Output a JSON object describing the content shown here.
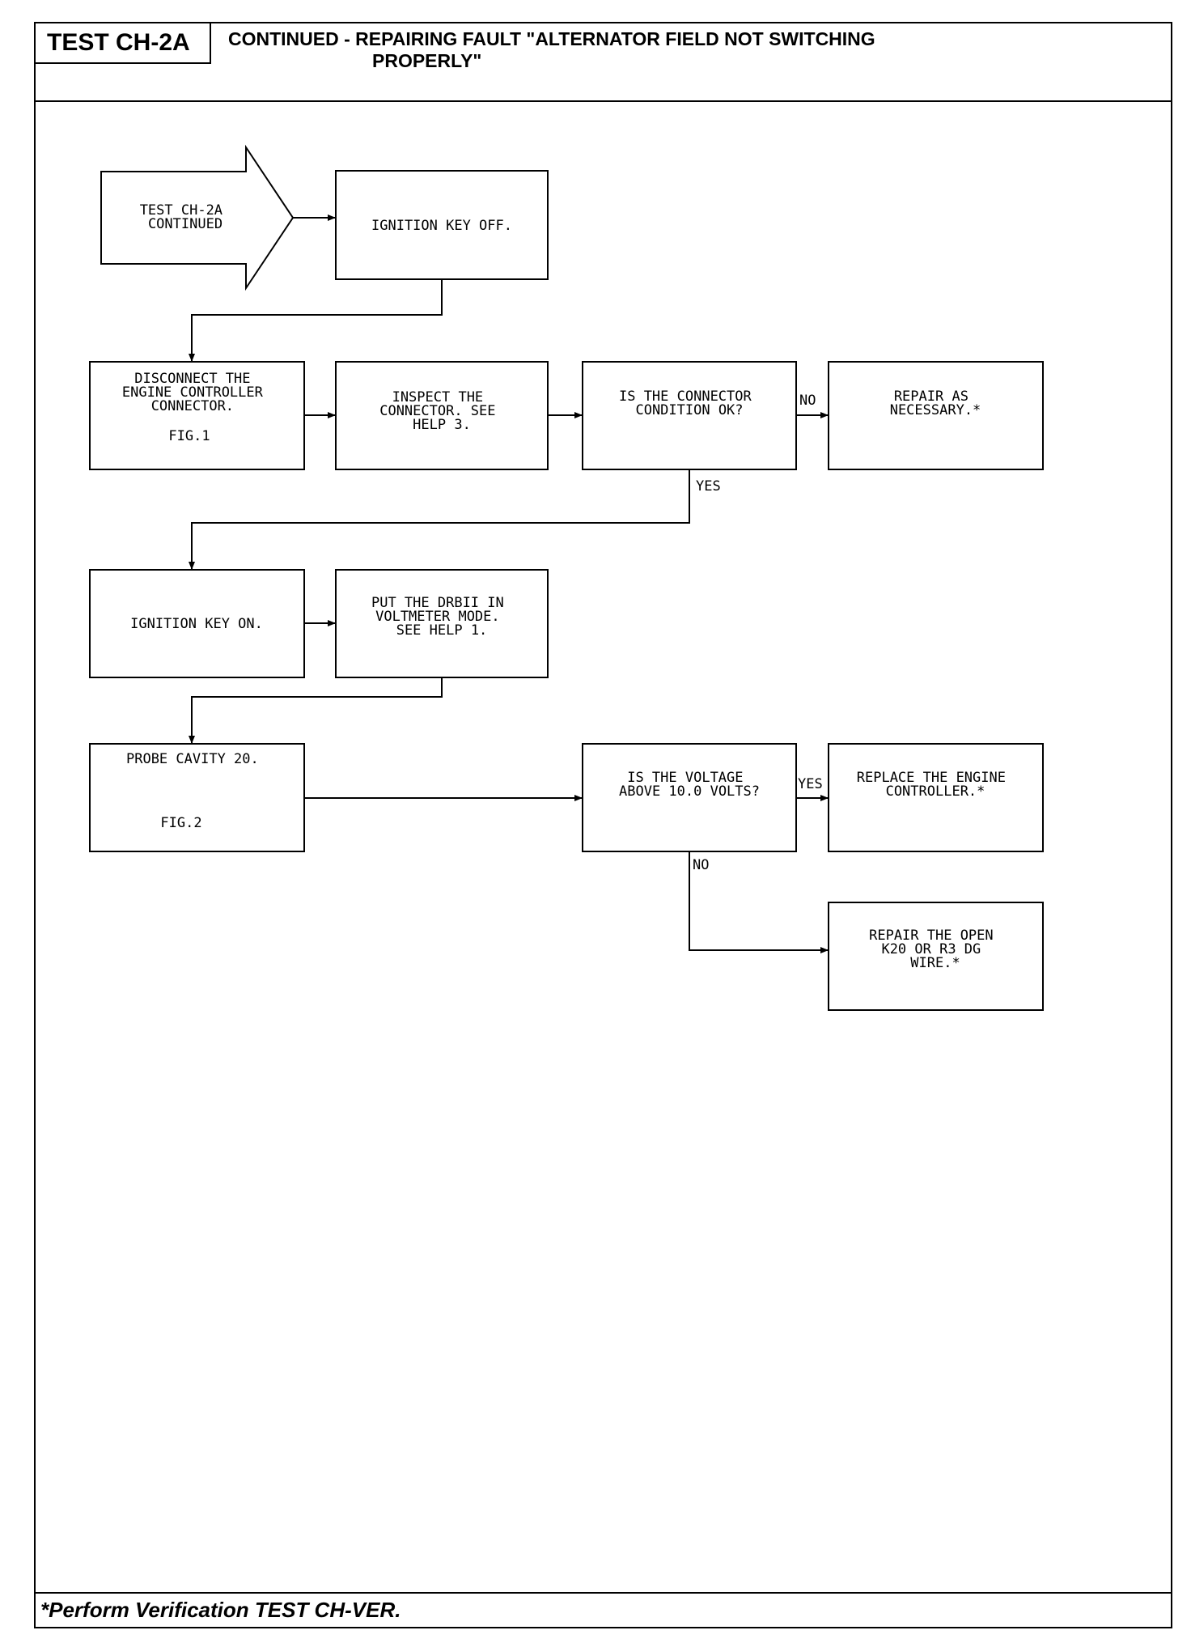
{
  "header": {
    "test_id": "TEST CH-2A",
    "title_line1": "CONTINUED - REPAIRING FAULT \"ALTERNATOR FIELD NOT SWITCHING",
    "title_line2": "PROPERLY\""
  },
  "footer": {
    "note": "*Perform Verification TEST CH-VER."
  },
  "flowchart": {
    "start": [
      "TEST CH-2A",
      "CONTINUED"
    ],
    "ignition_off": [
      "IGNITION KEY OFF."
    ],
    "disconnect": [
      "DISCONNECT THE",
      "ENGINE CONTROLLER",
      "CONNECTOR.",
      "FIG.1"
    ],
    "inspect": [
      "INSPECT THE",
      "CONNECTOR. SEE",
      "HELP 3."
    ],
    "connector_ok": [
      "IS THE CONNECTOR",
      "CONDITION OK?"
    ],
    "repair_necessary": [
      "REPAIR AS",
      "NECESSARY.*"
    ],
    "ignition_on": [
      "IGNITION KEY ON."
    ],
    "voltmeter": [
      "PUT THE DRBII IN",
      "VOLTMETER MODE.",
      "SEE HELP 1."
    ],
    "probe": [
      "PROBE CAVITY 20.",
      "FIG.2"
    ],
    "voltage_check": [
      "IS THE VOLTAGE",
      "ABOVE 10.0 VOLTS?"
    ],
    "replace_controller": [
      "REPLACE THE ENGINE",
      "CONTROLLER.*"
    ],
    "repair_open": [
      "REPAIR THE OPEN",
      "K20 OR R3 DG",
      "WIRE.*"
    ],
    "labels": {
      "no_1": "NO",
      "yes_1": "YES",
      "yes_2": "YES",
      "no_2": "NO"
    }
  }
}
